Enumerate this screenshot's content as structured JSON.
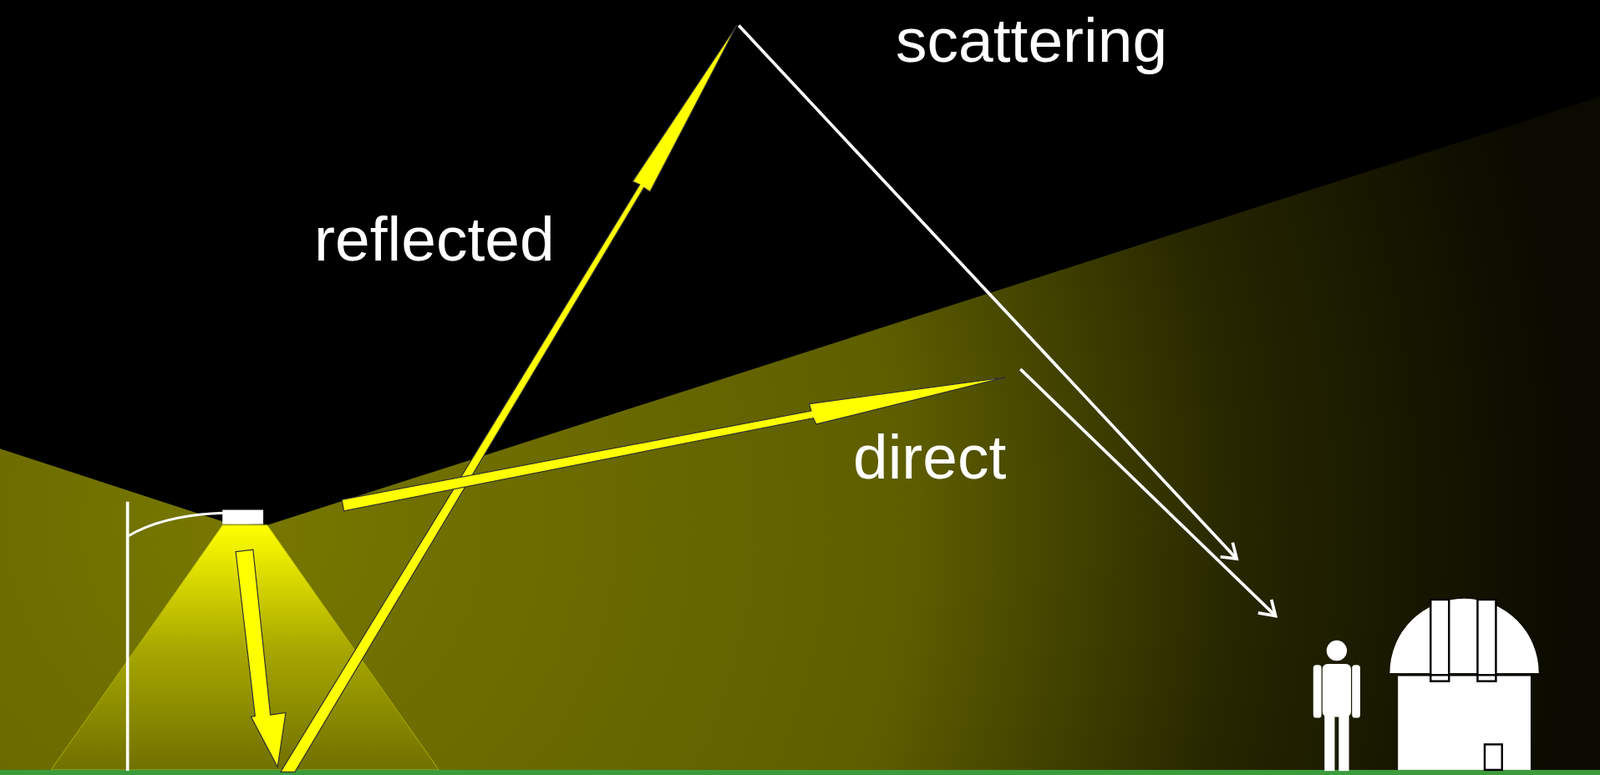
{
  "diagram": {
    "labels": [
      "scattering",
      "reflected",
      "direct"
    ]
  }
}
